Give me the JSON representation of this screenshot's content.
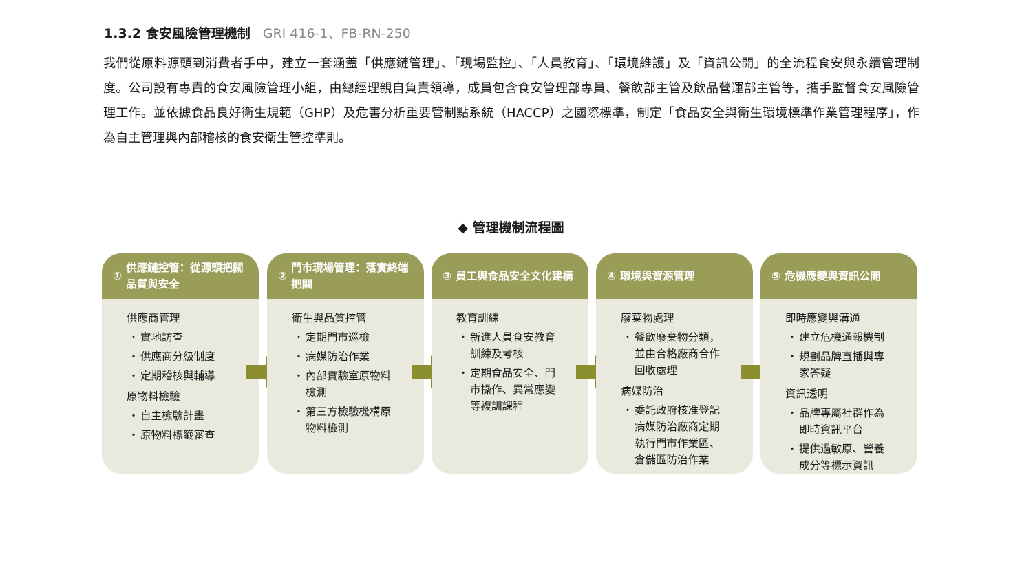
{
  "header": {
    "title": "1.3.2 食安風險管理機制",
    "gri": "GRI 416-1、FB-RN-250"
  },
  "paragraph": "我們從原料源頭到消費者手中，建立一套涵蓋「供應鏈管理」、「現場監控」、「人員教育」、「環境維護」及「資訊公開」的全流程食安與永續管理制度。公司設有專責的食安風險管理小組，由總經理親自負責領導，成員包含食安管理部專員、餐飲部主管及飲品營運部主管等，攜手監督食安風險管理工作。並依據食品良好衛生規範（GHP）及危害分析重要管制點系統（HACCP）之國際標準，制定「食品安全與衛生環境標準作業管理程序」，作為自主管理與內部稽核的食安衛生管控準則。",
  "flow_title": "◆ 管理機制流程圖",
  "colors": {
    "header": "#9a9d57",
    "body": "#e9e9dd",
    "arrow": "#8c8f2e"
  },
  "cards": [
    {
      "num": "①",
      "title": "供應鏈控管：從源頭把關品質與安全",
      "sections": [
        {
          "heading": "供應商管理",
          "bullets": [
            "實地訪查",
            "供應商分級制度",
            "定期稽核與輔導"
          ]
        },
        {
          "heading": "原物料檢驗",
          "bullets": [
            "自主檢驗計畫",
            "原物料標籤審查"
          ]
        }
      ]
    },
    {
      "num": "②",
      "title": "門市現場管理：落實終端把關",
      "sections": [
        {
          "heading": "衛生與品質控管",
          "bullets": [
            "定期門市巡檢",
            "病媒防治作業",
            "內部實驗室原物料檢測",
            "第三方檢驗機構原物料檢測"
          ]
        }
      ]
    },
    {
      "num": "③",
      "title": "員工與食品安全文化建構",
      "sections": [
        {
          "heading": "教育訓練",
          "bullets": [
            "新進人員食安教育訓練及考核",
            "定期食品安全、門市操作、異常應變等複訓課程"
          ]
        }
      ]
    },
    {
      "num": "④",
      "title": "環境與資源管理",
      "sections": [
        {
          "heading": "廢棄物處理",
          "bullets": [
            "餐飲廢棄物分類，並由合格廠商合作回收處理"
          ]
        },
        {
          "heading": "病媒防治",
          "bullets": [
            "委託政府核准登記病媒防治廠商定期執行門市作業區、倉儲區防治作業"
          ]
        }
      ]
    },
    {
      "num": "⑤",
      "title": "危機應變與資訊公開",
      "sections": [
        {
          "heading": "即時應變與溝通",
          "bullets": [
            "建立危機通報機制",
            "規劃品牌直播與專家答疑"
          ]
        },
        {
          "heading": "資訊透明",
          "bullets": [
            "品牌專屬社群作為即時資訊平台",
            "提供過敏原、營養成分等標示資訊"
          ]
        }
      ]
    }
  ],
  "bullet_char": "・"
}
